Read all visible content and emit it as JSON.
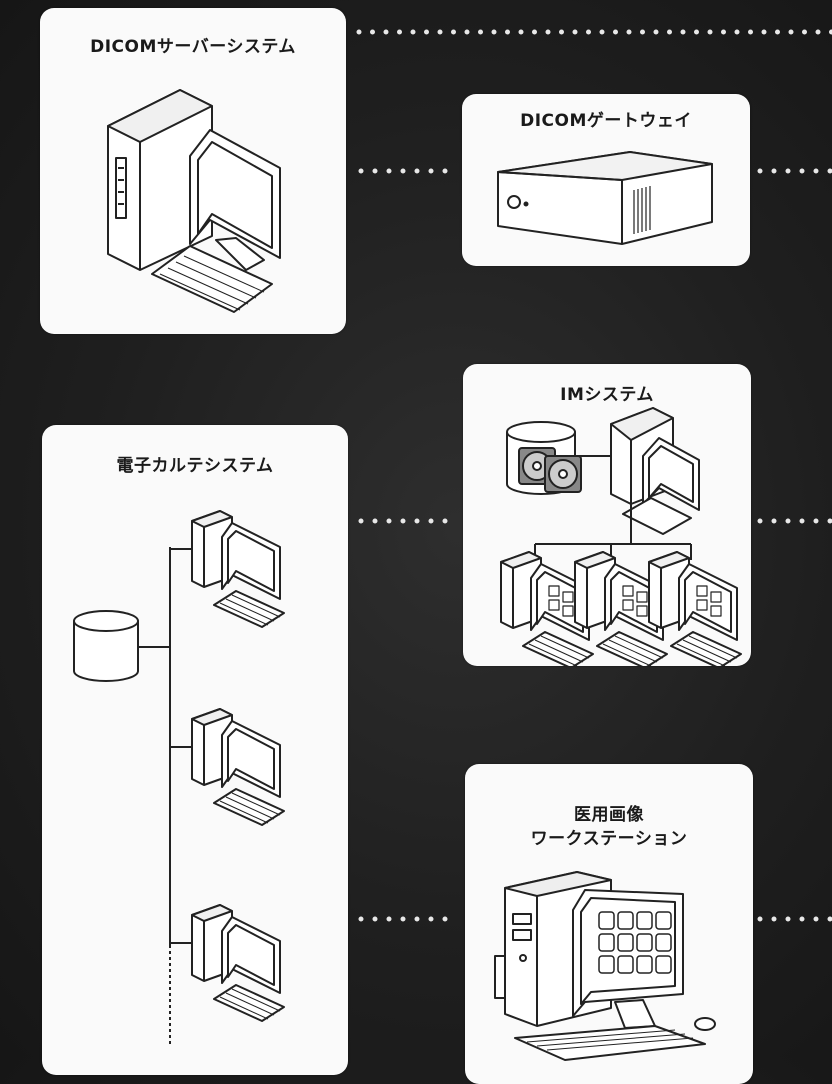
{
  "nodes": {
    "dicom_server": {
      "title": "DICOMサーバーシステム",
      "icon": "desktop-computer-icon"
    },
    "dicom_gateway": {
      "title": "DICOMゲートウェイ",
      "icon": "gateway-box-icon"
    },
    "im_system": {
      "title": "IMシステム",
      "icon": "image-management-network-icon"
    },
    "ehr_system": {
      "title": "電子カルテシステム",
      "icon": "client-server-network-icon"
    },
    "workstation": {
      "title_line1": "医用画像",
      "title_line2": "ワークステーション",
      "icon": "medical-workstation-icon"
    }
  },
  "colors": {
    "background": "#1f1f1f",
    "card": "#fafafa",
    "dots": "#e8e8e8"
  }
}
